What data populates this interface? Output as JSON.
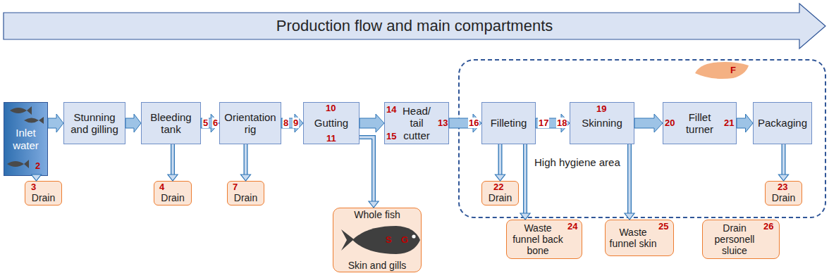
{
  "diagram": {
    "nodes": [
      {
        "text": [
          "Production flow and main compartments"
        ]
      },
      {
        "text": [
          "Inlet water"
        ]
      },
      {
        "text": [
          "Stunning and gilling"
        ]
      },
      {
        "text": [
          "Bleeding tank"
        ]
      },
      {
        "text": [
          "Orientation rig"
        ]
      },
      {
        "text": [
          "Gutting"
        ]
      },
      {
        "text": [
          "Head/ tail cutter"
        ]
      },
      {
        "text": [
          "High hygiene area"
        ]
      },
      {
        "text": [
          "Filleting"
        ],
        "in": 7
      },
      {
        "text": [
          "Skinning"
        ],
        "in": 7
      },
      {
        "text": [
          "Fillet turner"
        ],
        "in": 7
      },
      {
        "text": [
          "Packaging"
        ],
        "in": 7
      },
      {
        "text": [
          "Drain"
        ]
      },
      {
        "text": [
          "Drain"
        ]
      },
      {
        "text": [
          "Drain"
        ]
      },
      {
        "text": [
          "Whole fish",
          "Skin and gills"
        ]
      },
      {
        "text": [
          "Drain"
        ],
        "in": 7
      },
      {
        "text": [
          "Drain"
        ],
        "in": 7
      },
      {
        "text": [
          "Waste funnel back bone"
        ]
      },
      {
        "text": [
          "Waste funnel skin"
        ]
      },
      {
        "text": [
          "Drain personell sluice"
        ]
      }
    ],
    "edges": [
      {
        "from": 1,
        "to": 2,
        "arrow": "to"
      },
      {
        "from": 2,
        "to": 3,
        "arrow": "to"
      },
      {
        "from": 3,
        "to": 4,
        "arrow": "to"
      },
      {
        "from": 4,
        "to": 5,
        "arrow": "to"
      },
      {
        "from": 5,
        "to": 6,
        "arrow": "to"
      },
      {
        "from": 6,
        "to": 8,
        "arrow": "to"
      },
      {
        "from": 8,
        "to": 9,
        "arrow": "to"
      },
      {
        "from": 9,
        "to": 10,
        "arrow": "to"
      },
      {
        "from": 10,
        "to": 11,
        "arrow": "to"
      },
      {
        "from": 1,
        "to": 12,
        "arrow": "to"
      },
      {
        "from": 3,
        "to": 13,
        "arrow": "to"
      },
      {
        "from": 4,
        "to": 14,
        "arrow": "to"
      },
      {
        "from": 5,
        "to": 15,
        "arrow": "to"
      },
      {
        "from": 8,
        "to": 16,
        "arrow": "to"
      },
      {
        "from": 11,
        "to": 17,
        "arrow": "to"
      },
      {
        "from": 8,
        "to": 18,
        "arrow": "to"
      },
      {
        "from": 9,
        "to": 19,
        "arrow": "to"
      }
    ],
    "labels": [
      "2",
      "3",
      "4",
      "5",
      "6",
      "7",
      "8",
      "9",
      "10",
      "11",
      "S",
      "G",
      "14",
      "15",
      "13",
      "16",
      "22",
      "17",
      "18",
      "24",
      "19",
      "25",
      "F",
      "20",
      "21",
      "23",
      "26"
    ]
  }
}
